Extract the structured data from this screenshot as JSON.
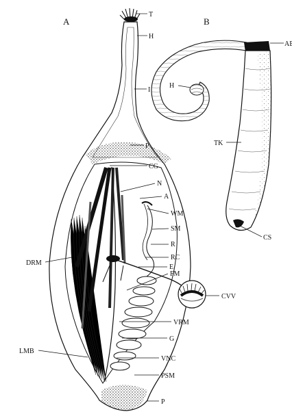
{
  "figure": {
    "panels": {
      "a": "A",
      "b": "B"
    },
    "labels_a": {
      "T": "T",
      "H": "H",
      "I": "I",
      "P_top": "P",
      "CG": "CG",
      "N": "N",
      "A": "A",
      "WM": "WM",
      "SM": "SM",
      "R": "R",
      "RC": "RC",
      "E": "E",
      "FM": "FM",
      "CVV": "CVV",
      "DRM": "DRM",
      "VRM": "VRM",
      "G": "G",
      "LMB": "LMB",
      "VNC": "VNC",
      "PSM": "PSM",
      "P_bottom": "P"
    },
    "labels_b": {
      "AB": "AB",
      "H": "H",
      "TK": "TK",
      "CS": "CS"
    }
  }
}
